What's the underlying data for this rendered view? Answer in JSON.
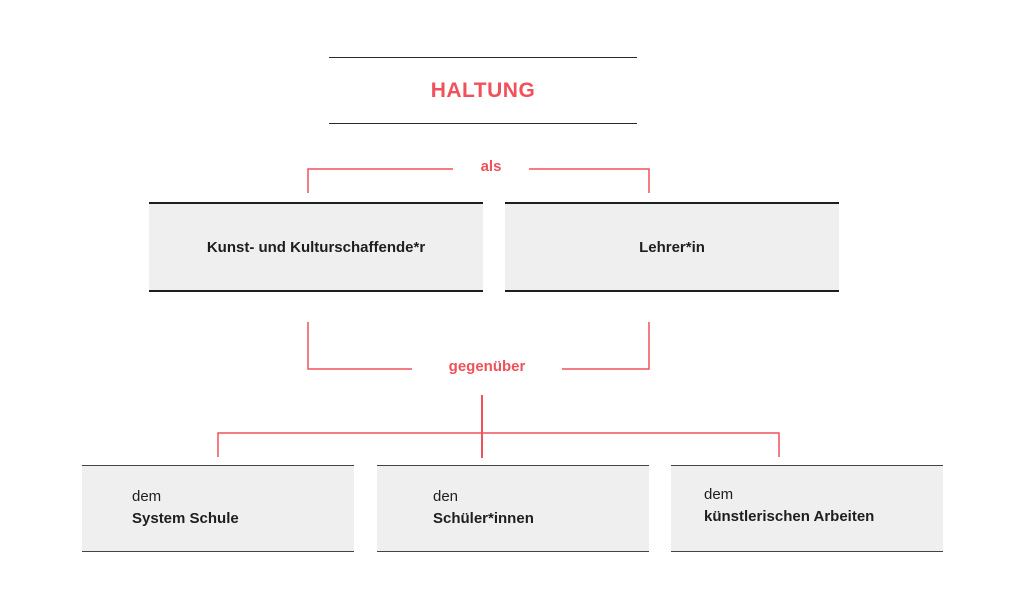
{
  "colors": {
    "accent": "#f0515b",
    "text": "#1e1e1e",
    "box_fill": "#efefef",
    "rule": "#2b2b2b"
  },
  "title": "HALTUNG",
  "connectors": {
    "first": "als",
    "second": "gegenüber"
  },
  "roles": [
    {
      "label": "Kunst- und Kulturschaffende*r"
    },
    {
      "label": "Lehrer*in"
    }
  ],
  "targets": [
    {
      "prefix": "dem",
      "label": "System Schule"
    },
    {
      "prefix": "den",
      "label": "Schüler*innen"
    },
    {
      "prefix": "dem",
      "label": "künstlerischen Arbeiten"
    }
  ]
}
